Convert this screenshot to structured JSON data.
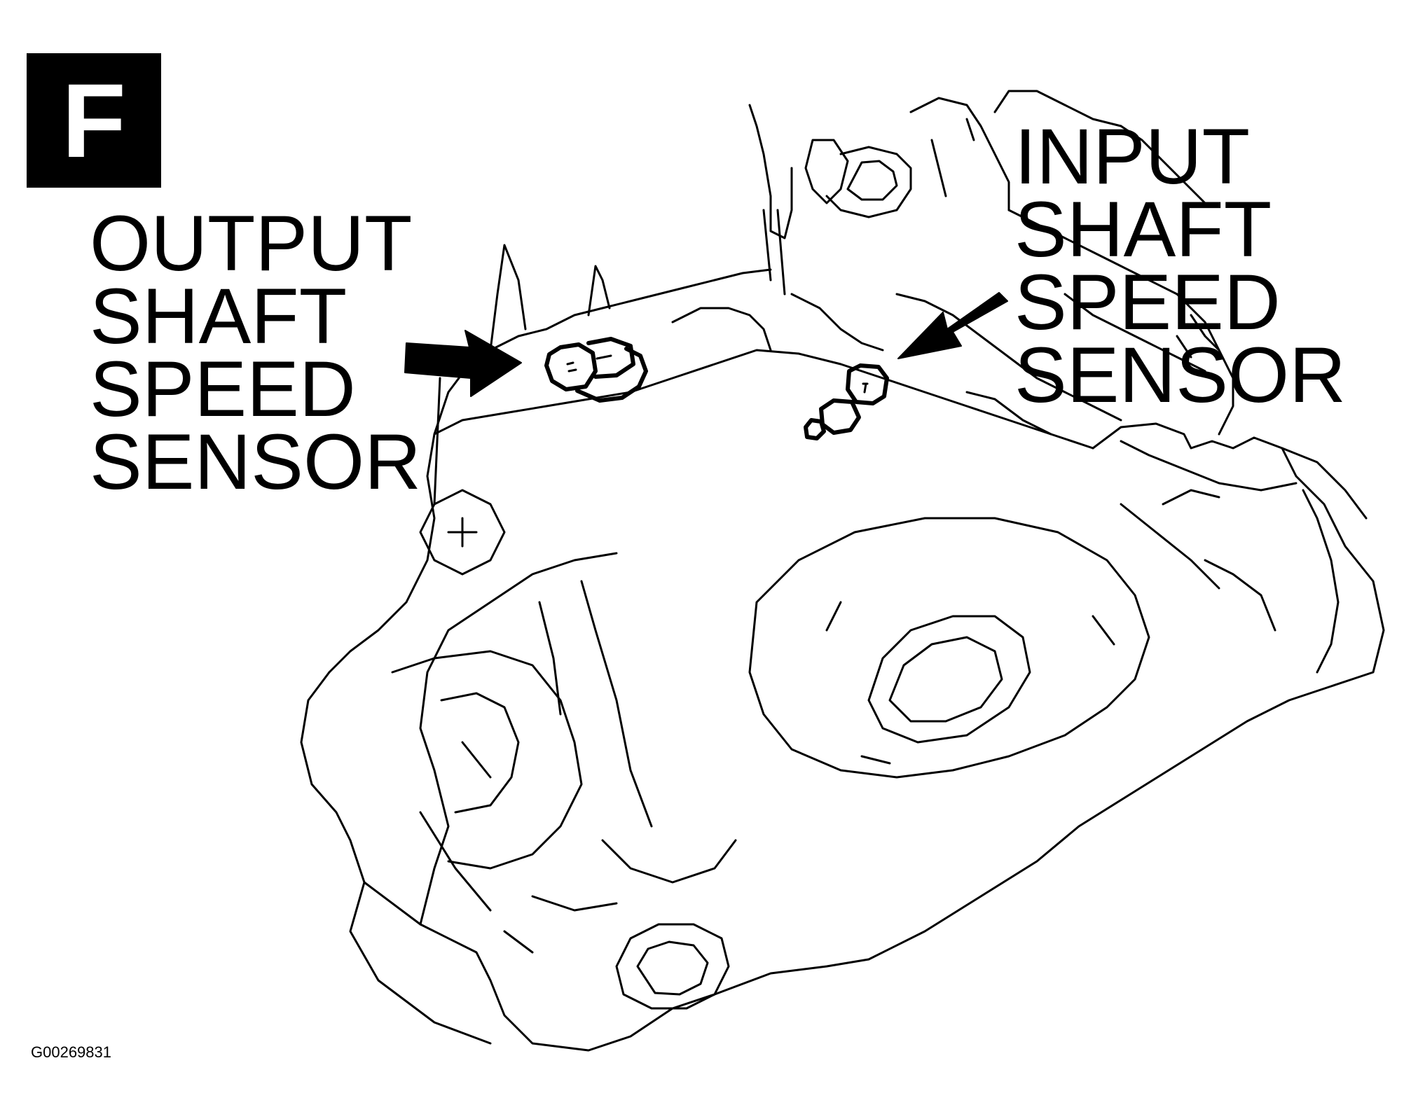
{
  "panel_letter": "F",
  "labels": {
    "output_sensor": [
      "OUTPUT",
      "SHAFT",
      "SPEED",
      "SENSOR"
    ],
    "input_sensor": [
      "INPUT",
      "SHAFT",
      "SPEED",
      "SENSOR"
    ]
  },
  "figure_id": "G00269831",
  "colors": {
    "ink": "#000000",
    "paper": "#ffffff"
  }
}
